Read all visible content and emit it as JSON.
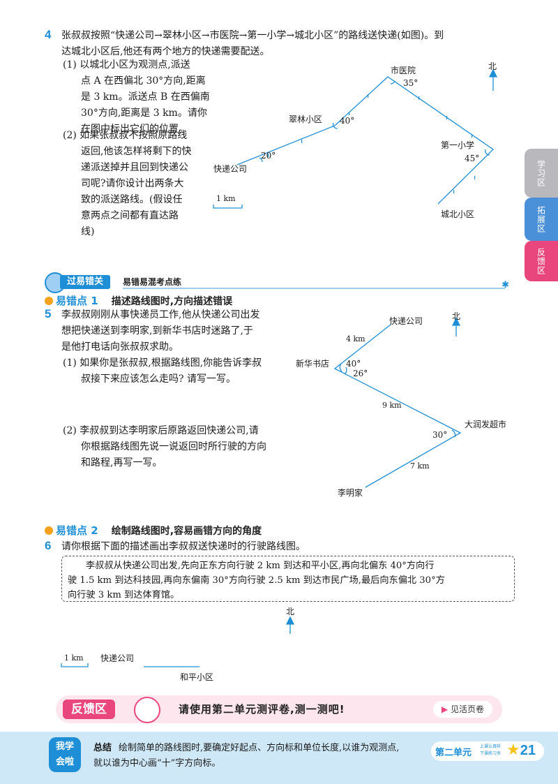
{
  "side_tabs": [
    "学习区",
    "拓展区",
    "反馈区"
  ],
  "q4": {
    "number": "4",
    "intro_line1": "张叔叔按照“快递公司→翠林小区→市医院→第一小学→城北小区”的路线送快递(如图)。到",
    "intro_line2": "达城北小区后,他还有两个地方的快递需要配送。",
    "p1": [
      "(1) 以城北小区为观测点,派送",
      "点 A 在西偏北 30°方向,距离",
      "是 3 km。派送点 B 在西偏南",
      "30°方向,距离是 3 km。请你",
      "在图中标出它们的位置。"
    ],
    "p2": [
      "(2) 如果张叔叔不按照原路线",
      "返回,他该怎样将剩下的快",
      "递派送掉并且回到快递公",
      "司呢?请你设计出两条大",
      "致的派送路线。(假设任",
      "意两点之间都有直达路",
      "线)"
    ],
    "map": {
      "places": [
        "市医院",
        "翠林小区",
        "快递公司",
        "第一小学",
        "城北小区"
      ],
      "angles": [
        "35°",
        "40°",
        "20°",
        "45°"
      ],
      "north": "北",
      "scale": "1 km"
    }
  },
  "section_banner": {
    "title": "过易错关",
    "subtitle": "易错易混考点练"
  },
  "cp1": {
    "label": "易错点 1",
    "desc": "描述路线图时,方向描述错误"
  },
  "q5": {
    "number": "5",
    "intro": [
      "李叔叔刚刚从事快递员工作,他从快递公司出发",
      "想把快递送到李明家,到新华书店时迷路了,于",
      "是他打电话向张叔叔求助。"
    ],
    "p1": [
      "(1) 如果你是张叔叔,根据路线图,你能告诉李叔",
      "叔接下来应该怎么走吗? 请写一写。"
    ],
    "p2": [
      "(2) 李叔叔到达李明家后原路返回快递公司,请",
      "你根据路线图先说一说返回时所行驶的方向",
      "和路程,再写一写。"
    ],
    "map": {
      "places": [
        "快递公司",
        "新华书店",
        "大润发超市",
        "李明家"
      ],
      "distances": [
        "4 km",
        "9 km",
        "7 km"
      ],
      "angles": [
        "40°",
        "26°",
        "30°"
      ],
      "north": "北"
    }
  },
  "cp2": {
    "label": "易错点 2",
    "desc": "绘制路线图时,容易画错方向的角度"
  },
  "q6": {
    "number": "6",
    "intro": "请你根据下面的描述画出李叔叔送快递时的行驶路线图。",
    "box": [
      "李叔叔从快递公司出发,先向正东方向行驶 2 km 到达和平小区,再向北偏东 40°方向行",
      "驶 1.5 km 到达科技园,再向东偏南 30°方向行驶 2.5 km 到达市民广场,最后向东偏北 30°方",
      "向行驶 3 km 到达体育馆。"
    ],
    "map": {
      "north": "北",
      "scale": "1 km",
      "start": "快递公司",
      "end": "和平小区"
    }
  },
  "feedback": {
    "title": "反馈区",
    "message": "请使用第二单元测评卷,测一测吧!",
    "button": "见活页卷"
  },
  "footer": {
    "badge": [
      "我学",
      "会啦"
    ],
    "summary_label": "总结",
    "summary_line1": "绘制简单的路线图时,要确定好起点、方向标和单位长度,以谁为观测点,",
    "summary_line2": "就以谁为中心画“十”字方向标。",
    "unit": "第二单元",
    "unit_small": [
      "上课认真听",
      "下课练习多"
    ],
    "page": "21"
  },
  "colors": {
    "accent_blue": "#1e8fd6",
    "pink": "#e8467c",
    "tab_gray": "#b9b9bd",
    "footer_bg": "#cfe8f7"
  }
}
